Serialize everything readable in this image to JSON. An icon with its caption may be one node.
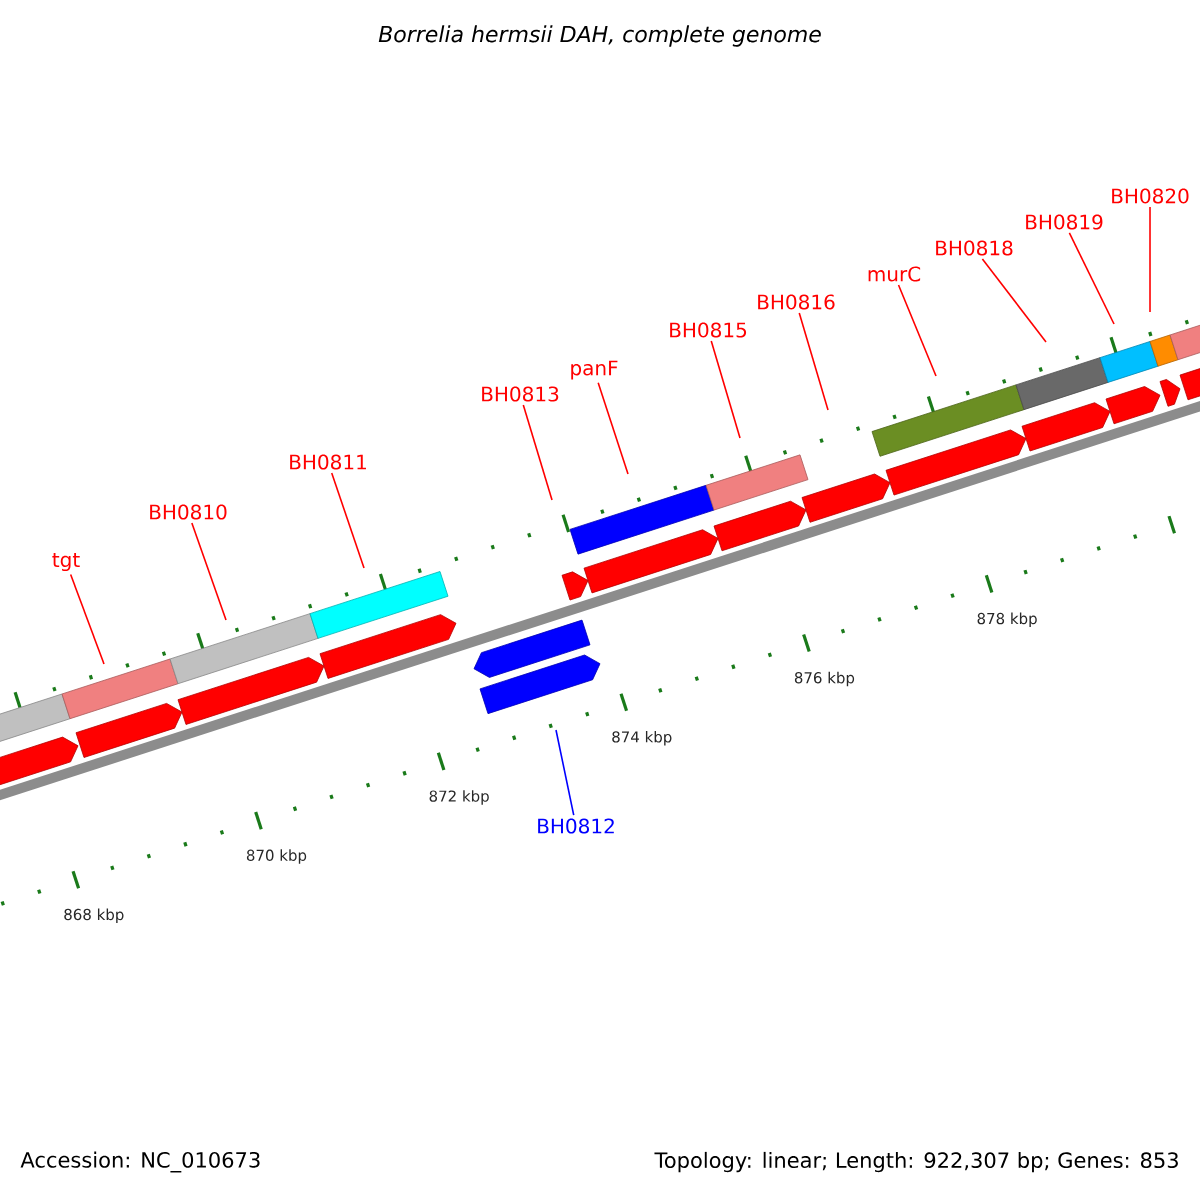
{
  "diagram": {
    "title": "*Borrelia hermsii* DAH, complete genome",
    "nodes": [
      {
        "text": [
          "BH0820"
        ]
      },
      {
        "text": [
          "BH0819"
        ]
      },
      {
        "text": [
          "BH0818"
        ]
      },
      {
        "text": [
          "murC"
        ]
      },
      {
        "text": [
          "BH0816"
        ]
      },
      {
        "text": [
          "BH0815"
        ]
      },
      {
        "text": [
          "panF"
        ]
      },
      {
        "text": [
          "BH0813"
        ]
      },
      {
        "text": [
          "BH0811"
        ]
      },
      {
        "text": [
          "BH0810"
        ]
      },
      {
        "text": [
          "tgt"
        ]
      },
      {
        "text": [
          "BH0812"
        ]
      }
    ],
    "edges": [
      {
        "from": 0,
        "to": null,
        "arrow": "none"
      },
      {
        "from": 1,
        "to": null,
        "arrow": "none"
      },
      {
        "from": 2,
        "to": null,
        "arrow": "none"
      },
      {
        "from": 3,
        "to": null,
        "arrow": "none"
      },
      {
        "from": 4,
        "to": null,
        "arrow": "none"
      },
      {
        "from": 5,
        "to": null,
        "arrow": "none"
      },
      {
        "from": 6,
        "to": null,
        "arrow": "none"
      },
      {
        "from": 7,
        "to": null,
        "arrow": "none"
      },
      {
        "from": 8,
        "to": null,
        "arrow": "none"
      },
      {
        "from": 9,
        "to": null,
        "arrow": "none"
      },
      {
        "from": 10,
        "to": null,
        "arrow": "none"
      },
      {
        "from": 11,
        "to": null,
        "arrow": "none",
        "color": "#0000ff"
      }
    ],
    "labels": [
      "878 kbp",
      "876 kbp",
      "874 kbp",
      "872 kbp",
      "870 kbp",
      "868 kbp",
      "Accession: NC_010673",
      "Topology: linear; Length: 922,307 bp; Genes: 853"
    ]
  }
}
